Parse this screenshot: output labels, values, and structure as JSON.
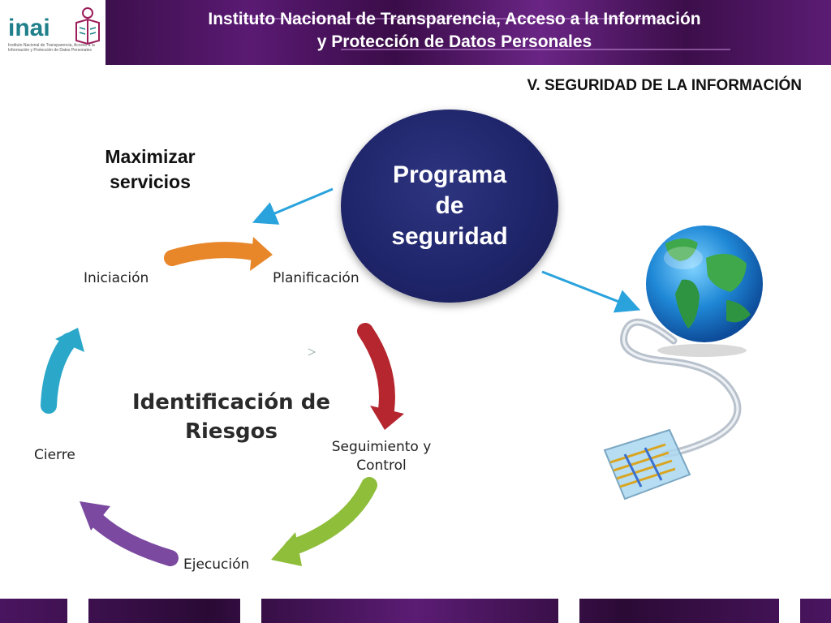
{
  "header": {
    "logo_text": "inai",
    "logo_subtitle": "Instituto Nacional de Transparencia, Acceso a la Información y Protección de Datos Personales",
    "title_line1": "Instituto Nacional de Transparencia, Acceso a la Información",
    "title_line2": "y Protección de Datos Personales"
  },
  "section_title": "V. SEGURIDAD DE LA INFORMACIÓN",
  "maximizar": {
    "line1": "Maximizar",
    "line2": "servicios"
  },
  "program": {
    "line1": "Programa",
    "line2": "de",
    "line3": "seguridad"
  },
  "cycle": {
    "iniciacion": "Iniciación",
    "planificacion": "Planificación",
    "seguimiento_line1": "Seguimiento y",
    "seguimiento_line2": "Control",
    "ejecucion": "Ejecución",
    "cierre": "Cierre"
  },
  "center": {
    "line1": "Identificación de",
    "line2": "Riesgos"
  },
  "colors": {
    "orange": "#e8862a",
    "red": "#b5262f",
    "green": "#8fbe3b",
    "purple": "#7b4aa0",
    "cyan": "#2aa7c9",
    "connector": "#2aa3dd",
    "navy": "#1e2468"
  },
  "icons": [
    "inai-logo-icon",
    "globe-icon",
    "network-cable-icon"
  ]
}
